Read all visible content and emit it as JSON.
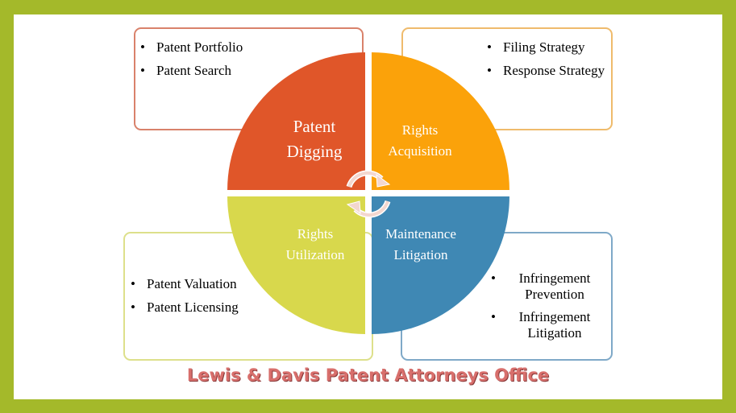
{
  "quadrants": {
    "top_left": {
      "title_line1": "Patent",
      "title_line2": "Digging",
      "color": "#e05629"
    },
    "top_right": {
      "title_line1": "Rights",
      "title_line2": "Acquisition",
      "color": "#fba20a"
    },
    "bottom_left": {
      "title_line1": "Rights",
      "title_line2": "Utilization",
      "color": "#d8d84c"
    },
    "bottom_right": {
      "title_line1": "Maintenance",
      "title_line2": "Litigation",
      "color": "#3f88b4"
    }
  },
  "boxes": {
    "top_left": {
      "items": [
        "Patent Portfolio",
        "Patent Search"
      ]
    },
    "top_right": {
      "items": [
        "Filing Strategy",
        "Response Strategy"
      ]
    },
    "bottom_left": {
      "items": [
        "Patent Valuation",
        "Patent Licensing"
      ]
    },
    "bottom_right": {
      "items": [
        "Infringement Prevention",
        "Infringement Litigation"
      ]
    }
  },
  "footer": {
    "text": "Lewis & Davis Patent Attorneys Office"
  },
  "colors": {
    "frame": "#a4b92a",
    "footer_text": "#d86f6c"
  },
  "icons": [
    "cycle-arrows-icon"
  ]
}
